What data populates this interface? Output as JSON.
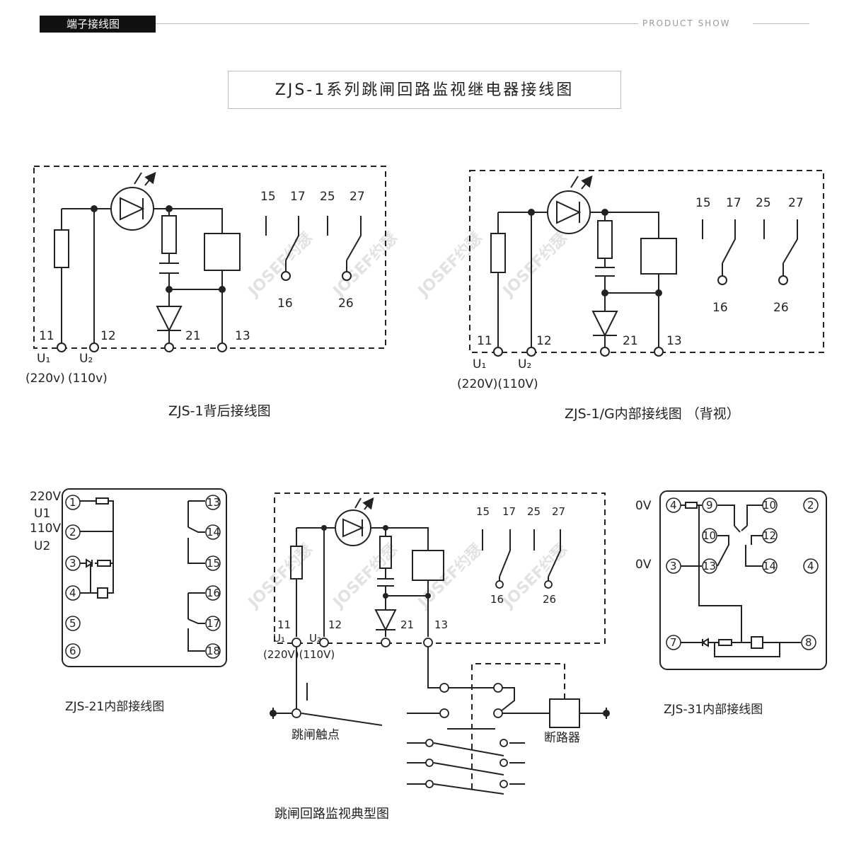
{
  "header": {
    "tab_label": "端子接线图",
    "right_label": "PRODUCT SHOW"
  },
  "title": "ZJS-1系列跳闸回路监视继电器接线图",
  "watermark": "JOSEF约瑟",
  "diagram1": {
    "caption": "ZJS-1背后接线图",
    "terminals_top": [
      "15",
      "17",
      "25",
      "27"
    ],
    "terminals_mid": [
      "16",
      "26"
    ],
    "terminals_bottom": [
      "11",
      "12",
      "21",
      "13"
    ],
    "u1": "U₁",
    "u2": "U₂",
    "v1": "(220v)",
    "v2": "(110v)"
  },
  "diagram2": {
    "caption": "ZJS-1/G内部接线图 （背视）",
    "terminals_top": [
      "15",
      "17",
      "25",
      "27"
    ],
    "terminals_mid": [
      "16",
      "26"
    ],
    "terminals_bottom": [
      "11",
      "12",
      "21",
      "13"
    ],
    "u1": "U₁",
    "u2": "U₂",
    "voltage": "(220V)(110V)"
  },
  "diagram3": {
    "caption": "ZJS-21内部接线图",
    "left_labels": [
      "220V",
      "U1",
      "110V",
      "U2"
    ],
    "left_terminals": [
      "1",
      "2",
      "3",
      "4",
      "5",
      "6"
    ],
    "right_terminals": [
      "13",
      "14",
      "15",
      "16",
      "17",
      "18"
    ]
  },
  "diagram4": {
    "caption": "跳闸回路监视典型图",
    "terminals_top": [
      "15",
      "17",
      "25",
      "27"
    ],
    "terminals_mid": [
      "16",
      "26"
    ],
    "terminals_bottom": [
      "11",
      "12",
      "21",
      "13"
    ],
    "u1": "U₁",
    "u2": "U₂",
    "voltage": "(220V)(110V)",
    "trip_contact_label": "跳闸触点",
    "breaker_label": "断路器"
  },
  "diagram5": {
    "caption": "ZJS-31内部接线图",
    "left_labels": [
      "0V",
      "0V"
    ],
    "terminals": [
      "4",
      "9",
      "10",
      "2",
      "10",
      "12",
      "3",
      "13",
      "14",
      "4",
      "7",
      "8"
    ]
  }
}
